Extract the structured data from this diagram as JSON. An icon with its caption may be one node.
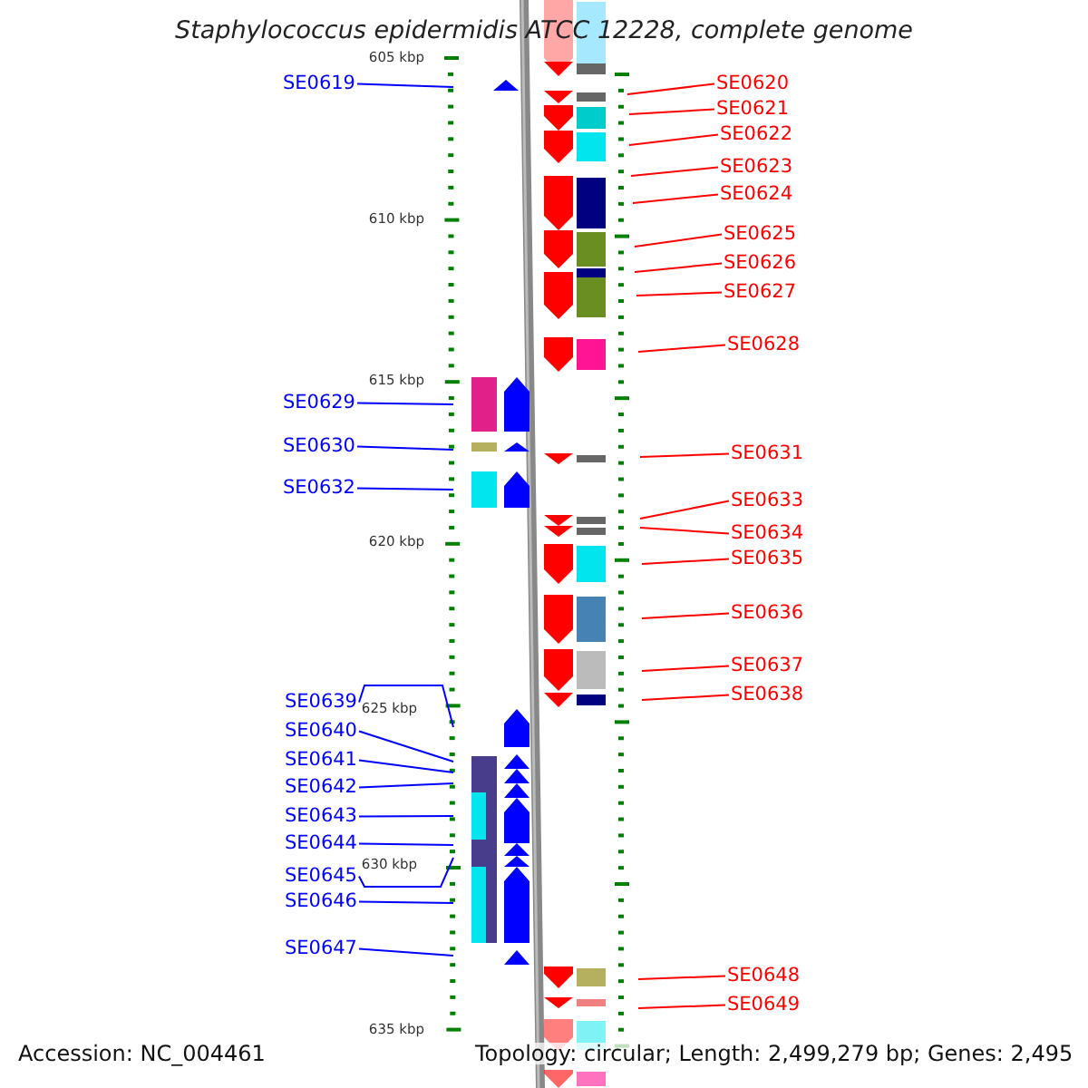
{
  "diagram": {
    "title": "Staphylococcus epidermidis ATCC 12228, complete genome",
    "nodes": [
      {
        "text": [
          "SE0619"
        ]
      },
      {
        "text": [
          "SE0620"
        ]
      },
      {
        "text": [
          "SE0621"
        ]
      },
      {
        "text": [
          "SE0622"
        ]
      },
      {
        "text": [
          "SE0623"
        ]
      },
      {
        "text": [
          "SE0624"
        ]
      },
      {
        "text": [
          "SE0625"
        ]
      },
      {
        "text": [
          "SE0626"
        ]
      },
      {
        "text": [
          "SE0627"
        ]
      },
      {
        "text": [
          "SE0628"
        ]
      },
      {
        "text": [
          "SE0629"
        ]
      },
      {
        "text": [
          "SE0630"
        ]
      },
      {
        "text": [
          "SE0631"
        ]
      },
      {
        "text": [
          "SE0632"
        ]
      },
      {
        "text": [
          "SE0633"
        ]
      },
      {
        "text": [
          "SE0634"
        ]
      },
      {
        "text": [
          "SE0635"
        ]
      },
      {
        "text": [
          "SE0636"
        ]
      },
      {
        "text": [
          "SE0637"
        ]
      },
      {
        "text": [
          "SE0638"
        ]
      },
      {
        "text": [
          "SE0639"
        ]
      },
      {
        "text": [
          "SE0640"
        ]
      },
      {
        "text": [
          "SE0641"
        ]
      },
      {
        "text": [
          "SE0642"
        ]
      },
      {
        "text": [
          "SE0643"
        ]
      },
      {
        "text": [
          "SE0644"
        ]
      },
      {
        "text": [
          "SE0645"
        ]
      },
      {
        "text": [
          "SE0646"
        ]
      },
      {
        "text": [
          "SE0647"
        ]
      },
      {
        "text": [
          "SE0648"
        ]
      },
      {
        "text": [
          "SE0649"
        ]
      }
    ],
    "edges": [
      {
        "from": 0,
        "to": null,
        "arrow": "none",
        "color": "#0000ff"
      },
      {
        "from": 1,
        "to": null,
        "arrow": "none"
      },
      {
        "from": 2,
        "to": null,
        "arrow": "none"
      },
      {
        "from": 3,
        "to": null,
        "arrow": "none"
      },
      {
        "from": 4,
        "to": null,
        "arrow": "none"
      },
      {
        "from": 5,
        "to": null,
        "arrow": "none"
      },
      {
        "from": 6,
        "to": null,
        "arrow": "none"
      },
      {
        "from": 7,
        "to": null,
        "arrow": "none"
      },
      {
        "from": 8,
        "to": null,
        "arrow": "none"
      },
      {
        "from": 9,
        "to": null,
        "arrow": "none"
      },
      {
        "from": 10,
        "to": null,
        "arrow": "none",
        "color": "#0000ff"
      },
      {
        "from": 11,
        "to": null,
        "arrow": "none",
        "color": "#0000ff"
      },
      {
        "from": 12,
        "to": null,
        "arrow": "none"
      },
      {
        "from": 13,
        "to": null,
        "arrow": "none",
        "color": "#0000ff"
      },
      {
        "from": 14,
        "to": null,
        "arrow": "none"
      },
      {
        "from": 15,
        "to": null,
        "arrow": "none"
      },
      {
        "from": 16,
        "to": null,
        "arrow": "none"
      },
      {
        "from": 17,
        "to": null,
        "arrow": "none"
      },
      {
        "from": 18,
        "to": null,
        "arrow": "none"
      },
      {
        "from": 19,
        "to": null,
        "arrow": "none"
      },
      {
        "from": 20,
        "to": null,
        "arrow": "none",
        "color": "#0000ff"
      },
      {
        "from": 21,
        "to": null,
        "arrow": "none",
        "color": "#0000ff"
      },
      {
        "from": 22,
        "to": null,
        "arrow": "none",
        "color": "#0000ff"
      },
      {
        "from": 23,
        "to": null,
        "arrow": "none",
        "color": "#0000ff"
      },
      {
        "from": 24,
        "to": null,
        "arrow": "none",
        "color": "#0000ff"
      },
      {
        "from": 25,
        "to": null,
        "arrow": "none",
        "color": "#0000ff"
      },
      {
        "from": 26,
        "to": null,
        "arrow": "none",
        "color": "#0000ff"
      },
      {
        "from": 27,
        "to": null,
        "arrow": "none",
        "color": "#0000ff"
      },
      {
        "from": 28,
        "to": null,
        "arrow": "none",
        "color": "#0000ff"
      },
      {
        "from": 29,
        "to": null,
        "arrow": "none"
      },
      {
        "from": 30,
        "to": null,
        "arrow": "none"
      }
    ],
    "labels": [
      "605 kbp",
      "610 kbp",
      "615 kbp",
      "620 kbp",
      "625 kbp",
      "630 kbp",
      "635 kbp",
      "Accession: NC_004461",
      "Topology: circular; Length: 2,499,279 bp; Genes: 2,495"
    ]
  }
}
